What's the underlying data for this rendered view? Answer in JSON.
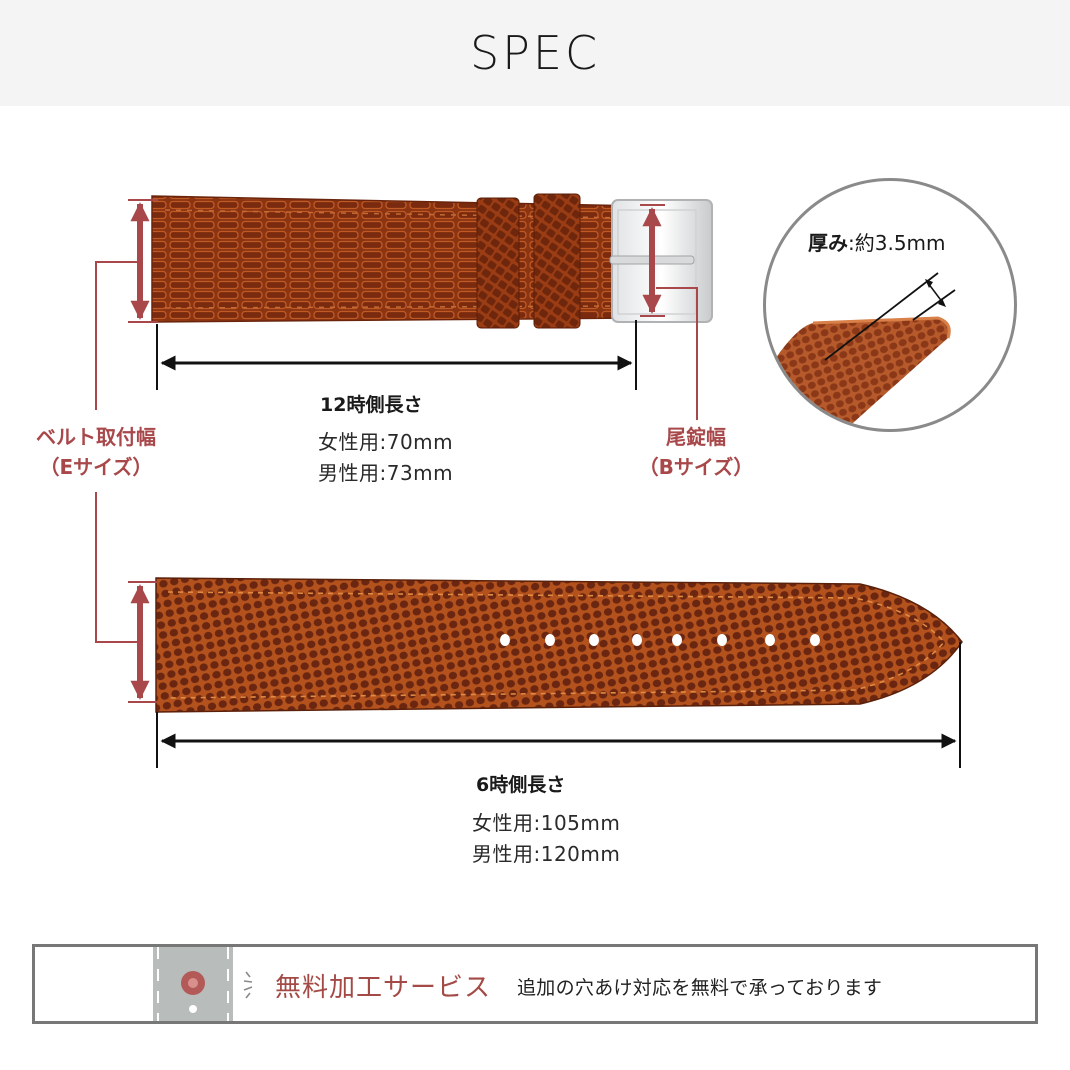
{
  "header": {
    "title": "SPEC"
  },
  "colors": {
    "accent": "#a8484a",
    "leather_dark": "#7a2e10",
    "leather_mid": "#a8481c",
    "leather_light": "#c8642a",
    "dimension_line": "#111111",
    "header_bg": "#f4f4f4",
    "strip_gray": "#b8bcbb"
  },
  "top_strap": {
    "length_title": "12時側長さ",
    "lengths": [
      {
        "label": "女性用:70mm"
      },
      {
        "label": "男性用:73mm"
      }
    ]
  },
  "bottom_strap": {
    "length_title": "6時側長さ",
    "lengths": [
      {
        "label": "女性用:105mm"
      },
      {
        "label": "男性用:120mm"
      }
    ],
    "hole_count": 8
  },
  "lug_width": {
    "line1": "ベルト取付幅",
    "line2": "（Eサイズ）"
  },
  "buckle_width": {
    "line1": "尾錠幅",
    "line2": "（Bサイズ）"
  },
  "thickness": {
    "label": "厚み",
    "value": ":約3.5mm"
  },
  "service": {
    "title": "無料加工サービス",
    "description": "追加の穴あけ対応を無料で承っております"
  }
}
